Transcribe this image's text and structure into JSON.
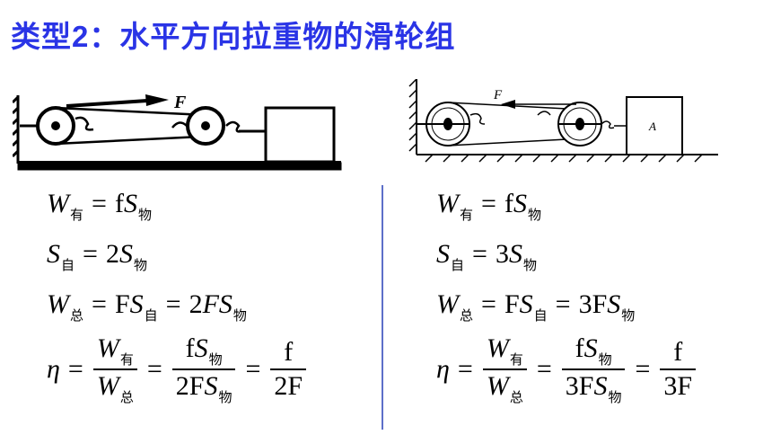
{
  "title": "类型2：水平方向拉重物的滑轮组",
  "symbols": {
    "W": "W",
    "S": "S",
    "F": "F",
    "f": "f",
    "eta": "η",
    "eq": "=",
    "two": "2",
    "three": "3",
    "you": "有",
    "wu": "物",
    "zi": "自",
    "zong": "总"
  },
  "diagram_left": {
    "force_label": "F"
  },
  "diagram_right": {
    "force_label": "F",
    "block_label": "A"
  },
  "left_formulas": {
    "n": "2"
  },
  "right_formulas": {
    "n": "3"
  }
}
